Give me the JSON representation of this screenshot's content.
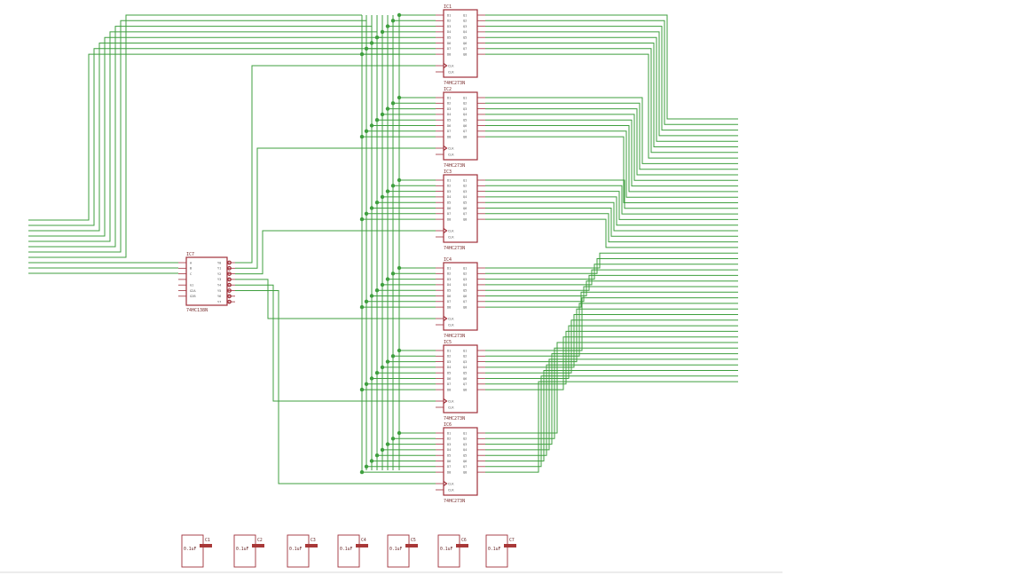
{
  "colors": {
    "wire": "#3f9f3f",
    "part": "#a0303a",
    "background": "#ffffff"
  },
  "decoder": {
    "name": "IC7",
    "value": "74HC138N",
    "left_pins": [
      "A",
      "B",
      "C",
      "",
      "G1",
      "G2A",
      "G2B"
    ],
    "right_pins": [
      "Y0",
      "Y1",
      "Y2",
      "Y3",
      "Y4",
      "Y5",
      "Y6",
      "Y7"
    ]
  },
  "registers": [
    {
      "name": "IC1",
      "value": "74HC273N"
    },
    {
      "name": "IC2",
      "value": "74HC273N"
    },
    {
      "name": "IC3",
      "value": "74HC273N"
    },
    {
      "name": "IC4",
      "value": "74HC273N"
    },
    {
      "name": "IC5",
      "value": "74HC273N"
    },
    {
      "name": "IC6",
      "value": "74HC273N"
    }
  ],
  "register_pins": {
    "inputs": [
      "D1",
      "D2",
      "D3",
      "D4",
      "D5",
      "D6",
      "D7",
      "D8"
    ],
    "outputs": [
      "Q1",
      "Q2",
      "Q3",
      "Q4",
      "Q5",
      "Q6",
      "Q7",
      "Q8"
    ],
    "clock": "CLK",
    "clear": "CLR"
  },
  "capacitors": [
    {
      "name": "C1",
      "value": "0.1uF"
    },
    {
      "name": "C2",
      "value": "0.1uF"
    },
    {
      "name": "C3",
      "value": "0.1uF"
    },
    {
      "name": "C4",
      "value": "0.1uF"
    },
    {
      "name": "C5",
      "value": "0.1uF"
    },
    {
      "name": "C6",
      "value": "0.1uF"
    },
    {
      "name": "C7",
      "value": "0.1uF"
    }
  ]
}
